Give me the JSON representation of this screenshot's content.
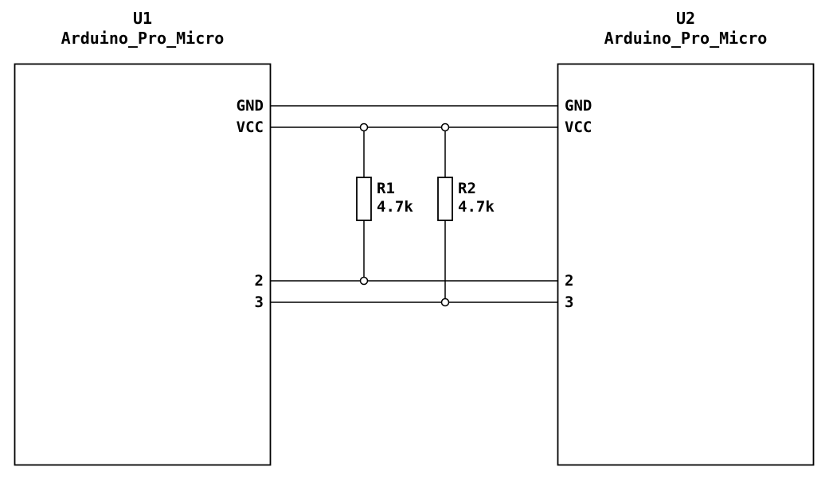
{
  "components": {
    "u1": {
      "ref": "U1",
      "value": "Arduino_Pro_Micro",
      "pins": {
        "gnd": "GND",
        "vcc": "VCC",
        "p2": "2",
        "p3": "3"
      }
    },
    "u2": {
      "ref": "U2",
      "value": "Arduino_Pro_Micro",
      "pins": {
        "gnd": "GND",
        "vcc": "VCC",
        "p2": "2",
        "p3": "3"
      }
    },
    "r1": {
      "ref": "R1",
      "value": "4.7k"
    },
    "r2": {
      "ref": "R2",
      "value": "4.7k"
    }
  },
  "colors": {
    "wire": "#000000",
    "background": "#ffffff"
  }
}
